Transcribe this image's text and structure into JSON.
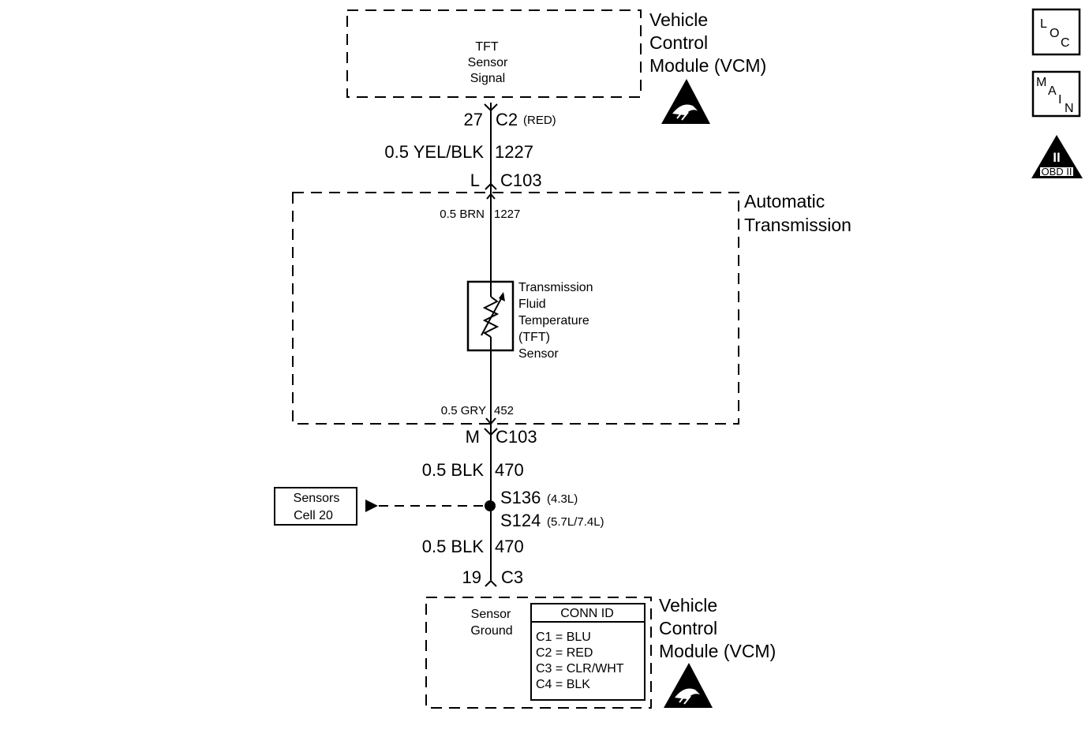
{
  "vcm_top": {
    "inner_text": [
      "TFT",
      "Sensor",
      "Signal"
    ],
    "module_label": [
      "Vehicle",
      "Control",
      "Module (VCM)"
    ],
    "pin": "27",
    "connector": "C2",
    "connector_color": "(RED)"
  },
  "wire_upper": {
    "gauge_color": "0.5 YEL/BLK",
    "circuit": "1227"
  },
  "connector_c103_top": {
    "pin": "L",
    "name": "C103"
  },
  "transmission": {
    "label": [
      "Automatic",
      "Transmission"
    ],
    "top_wire": {
      "gauge_color": "0.5 BRN",
      "circuit": "1227"
    },
    "sensor_label": [
      "Transmission",
      "Fluid",
      "Temperature",
      "(TFT)",
      "Sensor"
    ],
    "bottom_wire": {
      "gauge_color": "0.5 GRY",
      "circuit": "452"
    }
  },
  "connector_c103_bottom": {
    "pin": "M",
    "name": "C103"
  },
  "wire_lower_1": {
    "gauge_color": "0.5 BLK",
    "circuit": "470"
  },
  "splice": {
    "s1": "S136",
    "s1_note": "(4.3L)",
    "s2": "S124",
    "s2_note": "(5.7L/7.4L)"
  },
  "ref_box": {
    "lines": [
      "Sensors",
      "Cell 20"
    ]
  },
  "wire_lower_2": {
    "gauge_color": "0.5 BLK",
    "circuit": "470"
  },
  "vcm_bottom": {
    "pin": "19",
    "connector": "C3",
    "inner_text": [
      "Sensor",
      "Ground"
    ],
    "module_label": [
      "Vehicle",
      "Control",
      "Module (VCM)"
    ],
    "conn_id": {
      "title": "CONN ID",
      "rows": [
        "C1 = BLU",
        "C2 = RED",
        "C3 = CLR/WHT",
        "C4 = BLK"
      ]
    }
  },
  "side_icons": {
    "loc": [
      "L",
      "O",
      "C"
    ],
    "main": [
      "M",
      "A",
      "I",
      "N"
    ],
    "obd": {
      "roman": "II",
      "text": "OBD II"
    }
  }
}
